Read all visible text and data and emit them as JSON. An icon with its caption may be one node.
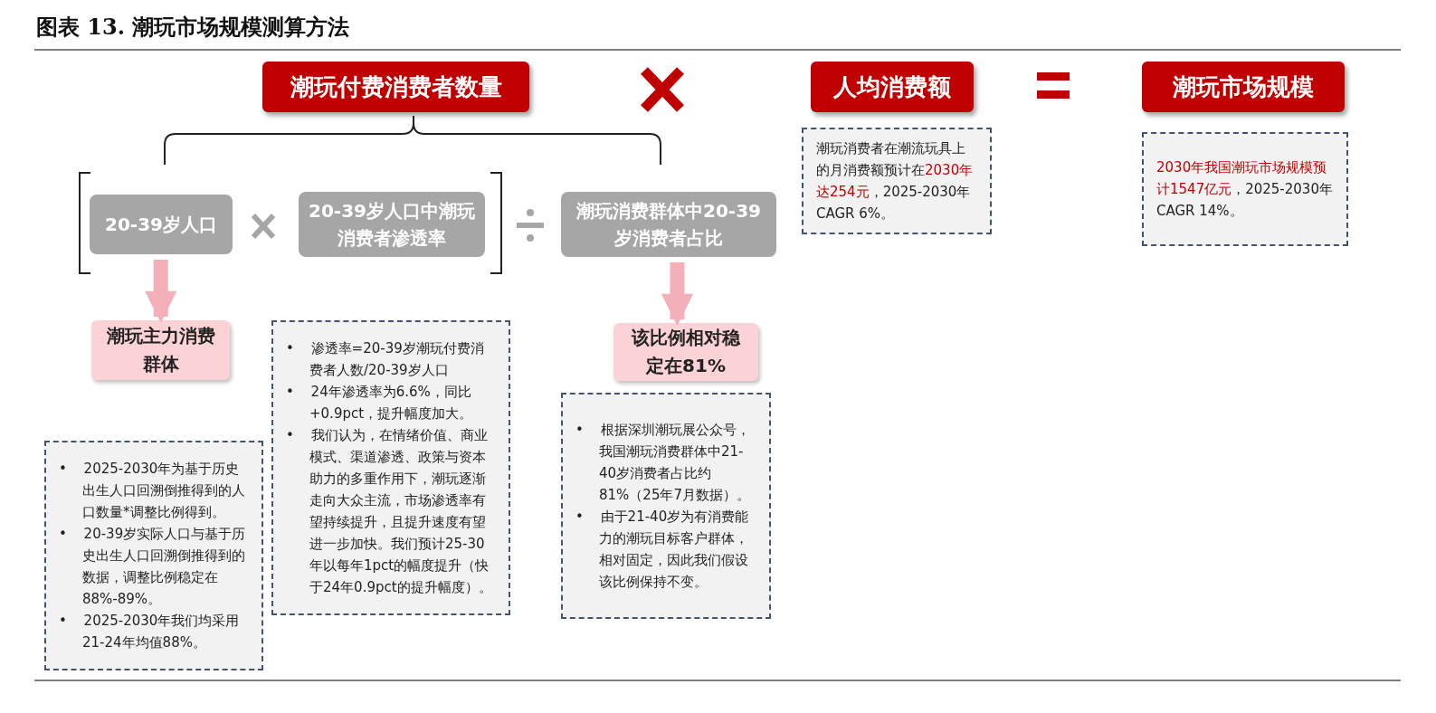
{
  "diagram": {
    "title": "图表 13. 潮玩市场规模测算方法",
    "nodes": [
      {
        "text": [
          "潮玩付费消费者数量"
        ]
      },
      {
        "text": [
          "人均消费额"
        ]
      },
      {
        "text": [
          "潮玩市场规模"
        ]
      },
      {
        "text": [
          "潮玩消费者在潮流玩具上的月消费额预计在**2030年达254元**，2025-2030年CAGR 6%。"
        ]
      },
      {
        "text": [
          "**2030年我国潮玩市场规模预计1547亿元**，2025-2030年CAGR 14%。"
        ]
      },
      {
        "text": [
          "20-39岁人口"
        ]
      },
      {
        "text": [
          "20-39岁人口中潮玩消费者渗透率"
        ]
      },
      {
        "text": [
          "潮玩消费群体中20-39岁消费者占比"
        ]
      },
      {
        "text": [
          "潮玩主力消费群体"
        ]
      },
      {
        "text": [
          "• 2025-2030年为基于历史出生人口回溯倒推得到的人口数量*调整比例得到。",
          "• 20-39岁实际人口与基于历史出生人口回溯倒推得到的数据，调整比例稳定在88%-89%。",
          "• 2025-2030年我们均采用21-24年均值88%。"
        ]
      },
      {
        "text": [
          "• 渗透率=20-39岁潮玩付费消费者人数/20-39岁人口",
          "• 24年渗透率为6.6%，同比+0.9pct，提升幅度加大。",
          "• 我们认为，在情绪价值、商业模式、渠道渗透、政策与资本助力的多重作用下，潮玩逐渐走向大众主流，市场渗透率有望持续提升，且提升速度有望进一步加快。我们预计25-30年以每年1pct的幅度提升（快于24年0.9pct的提升幅度）。"
        ]
      },
      {
        "text": [
          "该比例相对稳定在81%"
        ]
      },
      {
        "text": [
          "• 根据深圳潮玩展公众号，我国潮玩消费群体中21-40岁消费者占比约81%（25年7月数据）。",
          "• 由于21-40岁为有消费能力的潮玩目标客户群体，相对固定，因此我们假设该比例保持不变。"
        ]
      }
    ],
    "edges": [
      {
        "from": 5,
        "to": 8,
        "arrow": "to"
      },
      {
        "from": 7,
        "to": 11,
        "arrow": "to"
      }
    ]
  }
}
